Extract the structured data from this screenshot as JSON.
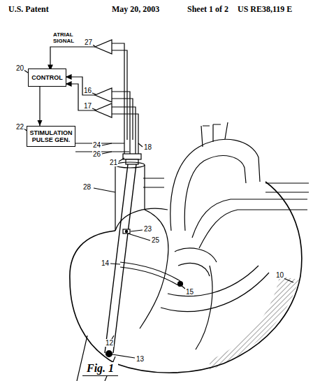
{
  "diagram": {
    "caption": "Fig. 1",
    "nodes": [
      {
        "text": [
          "CONTROL"
        ]
      },
      {
        "text": [
          "STIMULATION PULSE GEN."
        ]
      }
    ],
    "edges": [
      {
        "from": 0,
        "to": 1,
        "arrow": "to"
      }
    ],
    "labels": [
      "U.S. Patent",
      "May 20, 2003",
      "Sheet 1 of 2",
      "US RE38,119 E",
      "ATRIAL SIGNAL",
      "27",
      "20",
      "16",
      "17",
      "22",
      "24",
      "26",
      "18",
      "21",
      "28",
      "23",
      "25",
      "14",
      "15",
      "10",
      "12",
      "13"
    ]
  }
}
